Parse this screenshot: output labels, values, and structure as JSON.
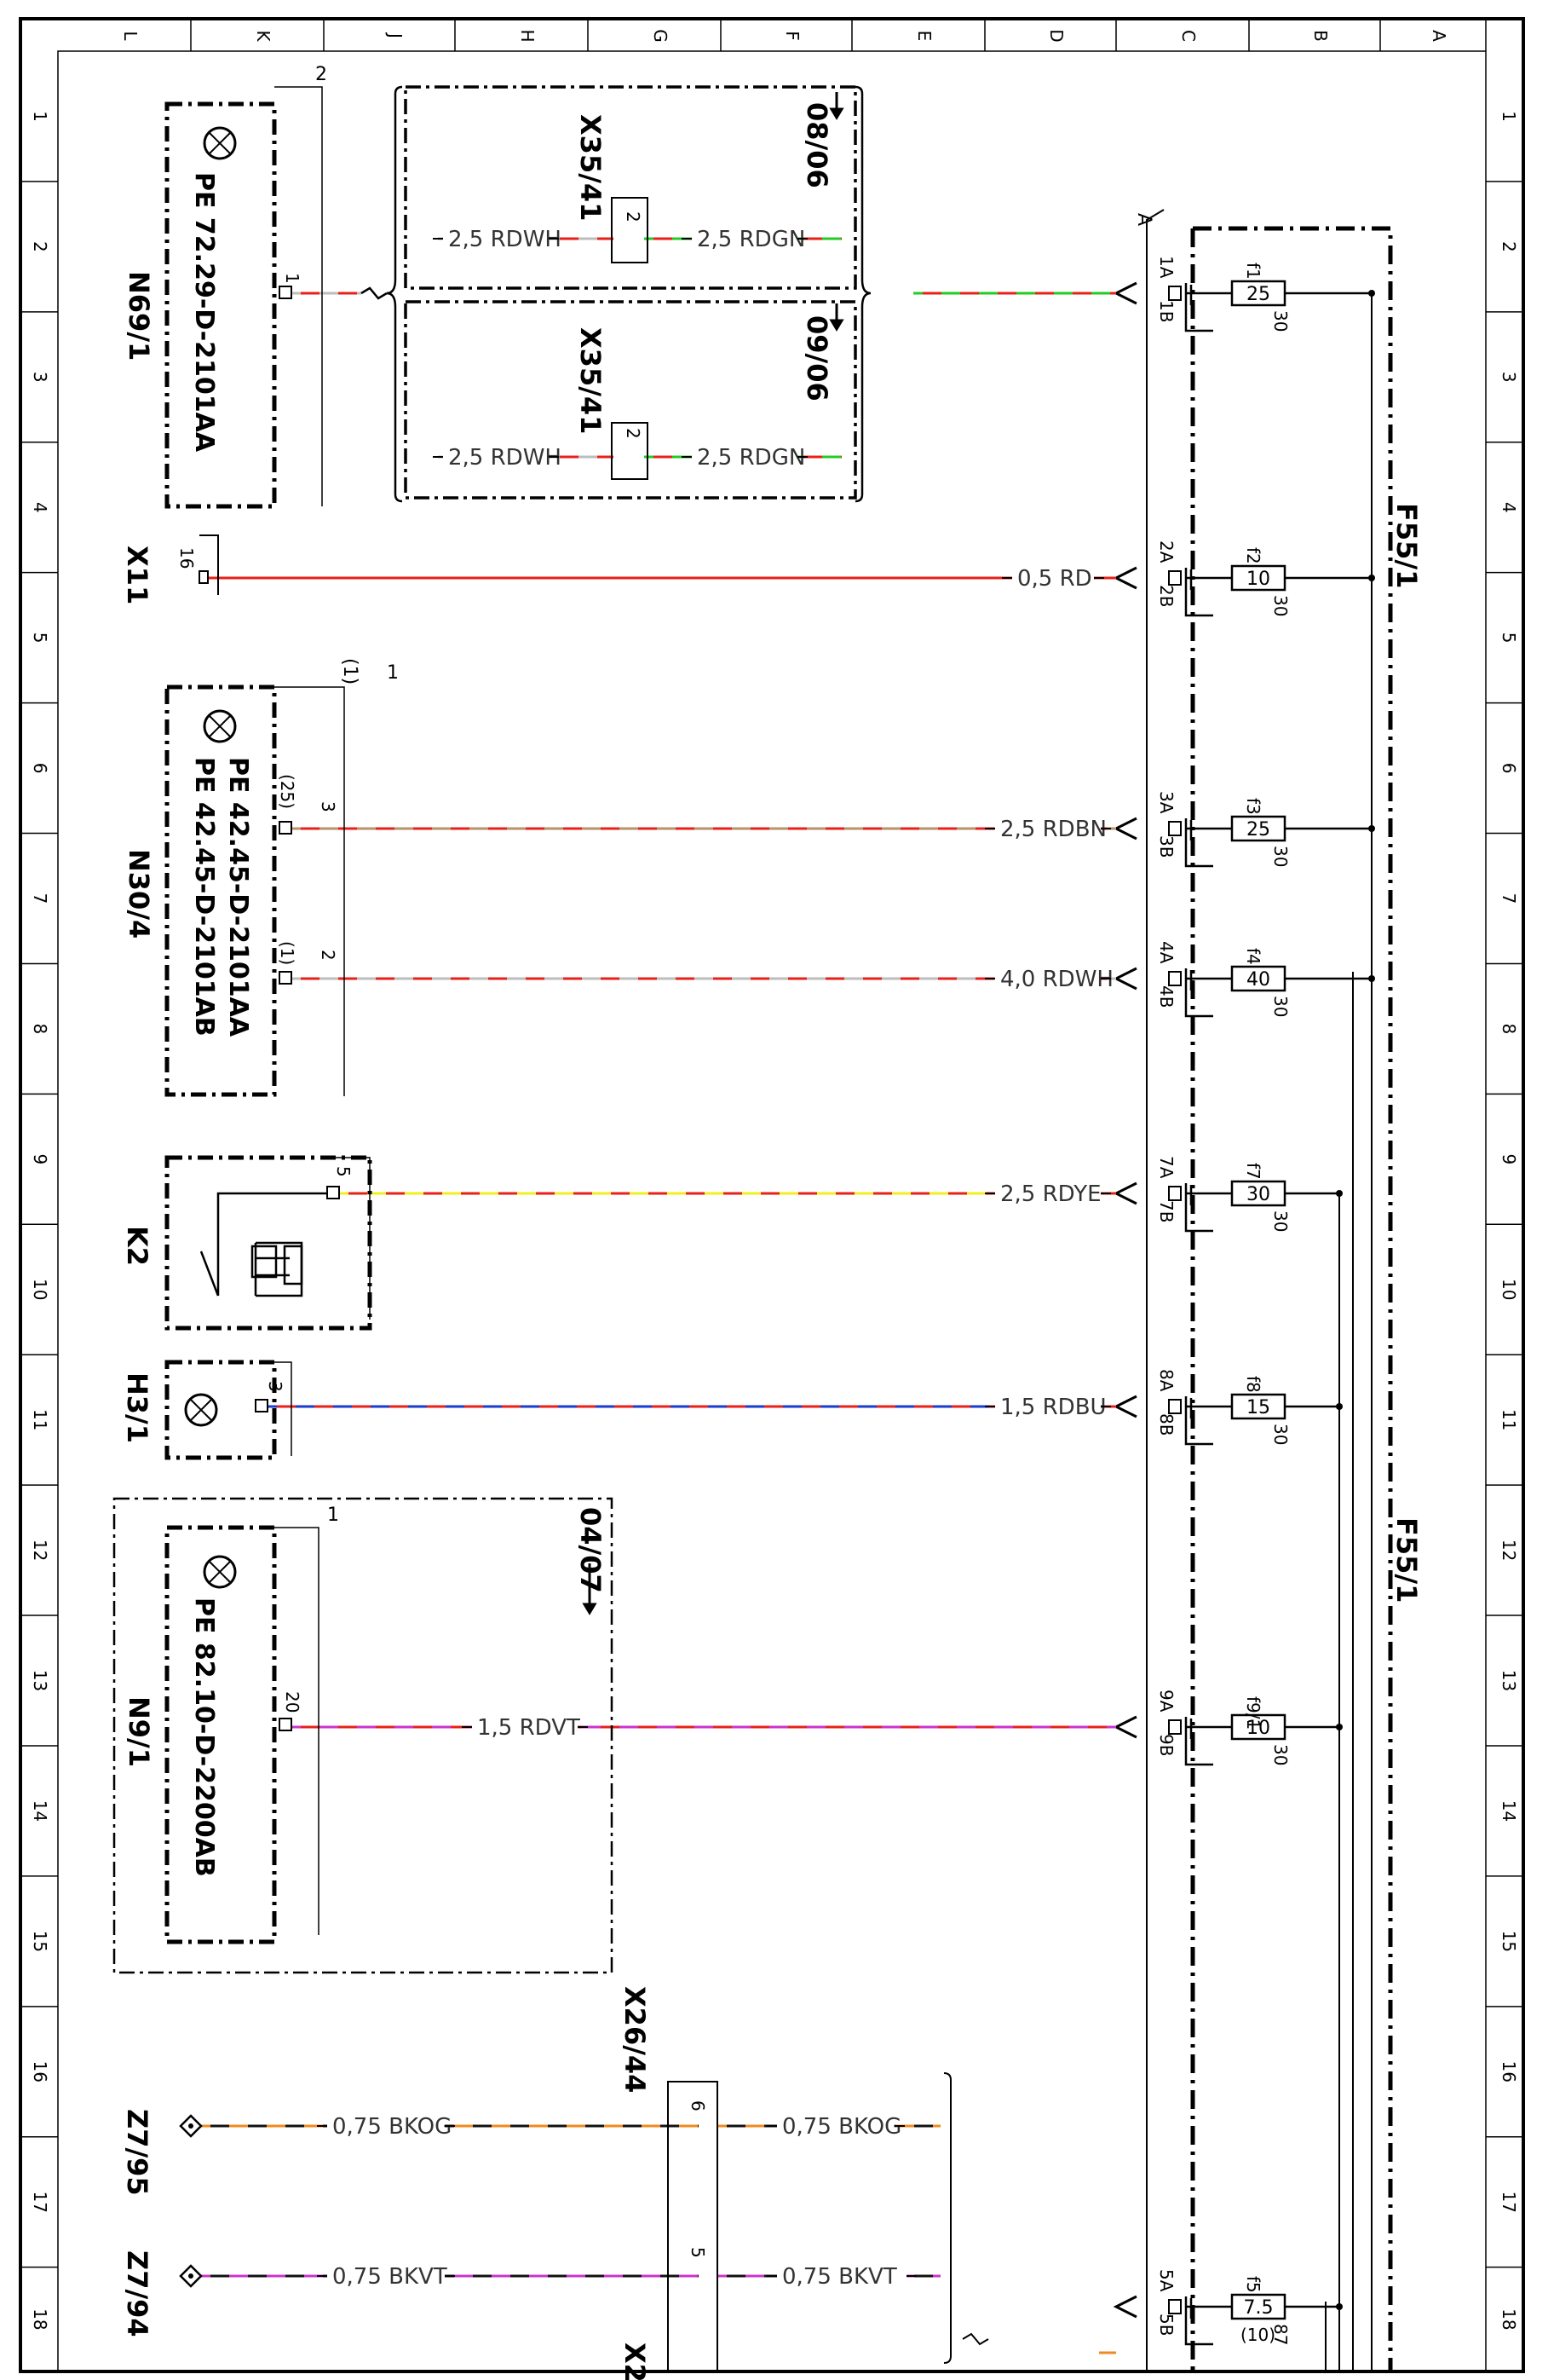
{
  "frame": {
    "top_letters": [
      "L",
      "K",
      "J",
      "H",
      "G",
      "F",
      "E",
      "D",
      "C",
      "B",
      "A"
    ],
    "side_numbers": [
      "1",
      "2",
      "3",
      "4",
      "5",
      "6",
      "7",
      "8",
      "9",
      "10",
      "11",
      "12",
      "13",
      "14",
      "15",
      "16",
      "17",
      "18"
    ]
  },
  "colors": {
    "RD": "#e8201a",
    "WH": "#bdbdbd",
    "GN": "#22cc22",
    "BN": "#b8926a",
    "YE": "#f2ef1e",
    "BU": "#1a3ccc",
    "VT": "#cc33cc",
    "BK": "#111111",
    "OG": "#f08a1e",
    "frame": "#000000",
    "thin": "#555555"
  },
  "fusebox": {
    "label_top": "F55/1",
    "label_bottom": "F55/1",
    "connector_label": "A",
    "fuses": [
      {
        "name": "f1",
        "amp": "25",
        "terminal": "30",
        "pin_a": "1A",
        "pin_b": "1B"
      },
      {
        "name": "f2",
        "amp": "10",
        "terminal": "30",
        "pin_a": "2A",
        "pin_b": "2B"
      },
      {
        "name": "f3",
        "amp": "25",
        "terminal": "30",
        "pin_a": "3A",
        "pin_b": "3B"
      },
      {
        "name": "f4",
        "amp": "40",
        "terminal": "30",
        "pin_a": "4A",
        "pin_b": "4B"
      },
      {
        "name": "f7",
        "amp": "30",
        "terminal": "30",
        "pin_a": "7A",
        "pin_b": "7B"
      },
      {
        "name": "f8",
        "amp": "15",
        "terminal": "30",
        "pin_a": "8A",
        "pin_b": "8B"
      },
      {
        "name": "f9/1",
        "amp": "10",
        "terminal": "30",
        "pin_a": "9A",
        "pin_b": "9B"
      },
      {
        "name": "f5",
        "amp": "7.5",
        "terminal": "87",
        "extra": "(10)",
        "pin_a": "5A",
        "pin_b": "5B"
      }
    ]
  },
  "wires": [
    {
      "label": "2,5 RDWH",
      "colors": [
        "RD",
        "WH"
      ]
    },
    {
      "label": "2,5 RDGN",
      "colors": [
        "RD",
        "GN"
      ]
    },
    {
      "label": "2,5 RDWH",
      "colors": [
        "RD",
        "WH"
      ]
    },
    {
      "label": "2,5 RDGN",
      "colors": [
        "RD",
        "GN"
      ]
    },
    {
      "label": "0,5 RD",
      "colors": [
        "RD"
      ]
    },
    {
      "label": "2,5 RDBN",
      "colors": [
        "RD",
        "BN"
      ]
    },
    {
      "label": "4,0 RDWH",
      "colors": [
        "RD",
        "WH"
      ]
    },
    {
      "label": "2,5 RDYE",
      "colors": [
        "RD",
        "YE"
      ]
    },
    {
      "label": "1,5 RDBU",
      "colors": [
        "RD",
        "BU"
      ]
    },
    {
      "label": "1,5 RDVT",
      "colors": [
        "RD",
        "VT"
      ]
    },
    {
      "label": "0,75 BKOG",
      "colors": [
        "BK",
        "OG"
      ]
    },
    {
      "label": "0,75 BKOG",
      "colors": [
        "BK",
        "OG"
      ]
    },
    {
      "label": "0,75 BKVT",
      "colors": [
        "BK",
        "VT"
      ]
    },
    {
      "label": "0,75  BKVT",
      "colors": [
        "BK",
        "VT"
      ]
    }
  ],
  "components": {
    "N69_1": {
      "name": "N69/1",
      "pe": "PE 72.29-D-2101AA",
      "pin": "1",
      "sheet": "2"
    },
    "X35_41_a": {
      "name": "X35/41",
      "ref": "08/06",
      "pin": "2"
    },
    "X35_41_b": {
      "name": "X35/41",
      "ref": "09/06",
      "pin": "2"
    },
    "X11": {
      "name": "X11",
      "pin": "16"
    },
    "N30_4": {
      "name": "N30/4",
      "pe1": "PE 42.45-D-2101AA",
      "pe2": "PE 42.45-D-2101AB",
      "sheet": "1",
      "sheet_alt": "(1)",
      "pin3": "3",
      "pin3_alt": "(25)",
      "pin2": "2",
      "pin2_alt": "(1)",
      "paren_open": "(",
      "paren_close": ")"
    },
    "K2": {
      "name": "K2",
      "pin": "5"
    },
    "H3_1": {
      "name": "H3/1",
      "pin": "3"
    },
    "N9_1": {
      "name": "N9/1",
      "pe": "PE 82.10-D-2200AB",
      "pin": "20",
      "sheet": "1",
      "ref": "04/07"
    },
    "X26_44": {
      "name": "X26/44",
      "pin_a": "6",
      "pin_b": "5"
    },
    "Z7_95": {
      "name": "Z7/95"
    },
    "Z7_94": {
      "name": "Z7/94"
    },
    "X2_partial": {
      "name": "X2"
    }
  }
}
